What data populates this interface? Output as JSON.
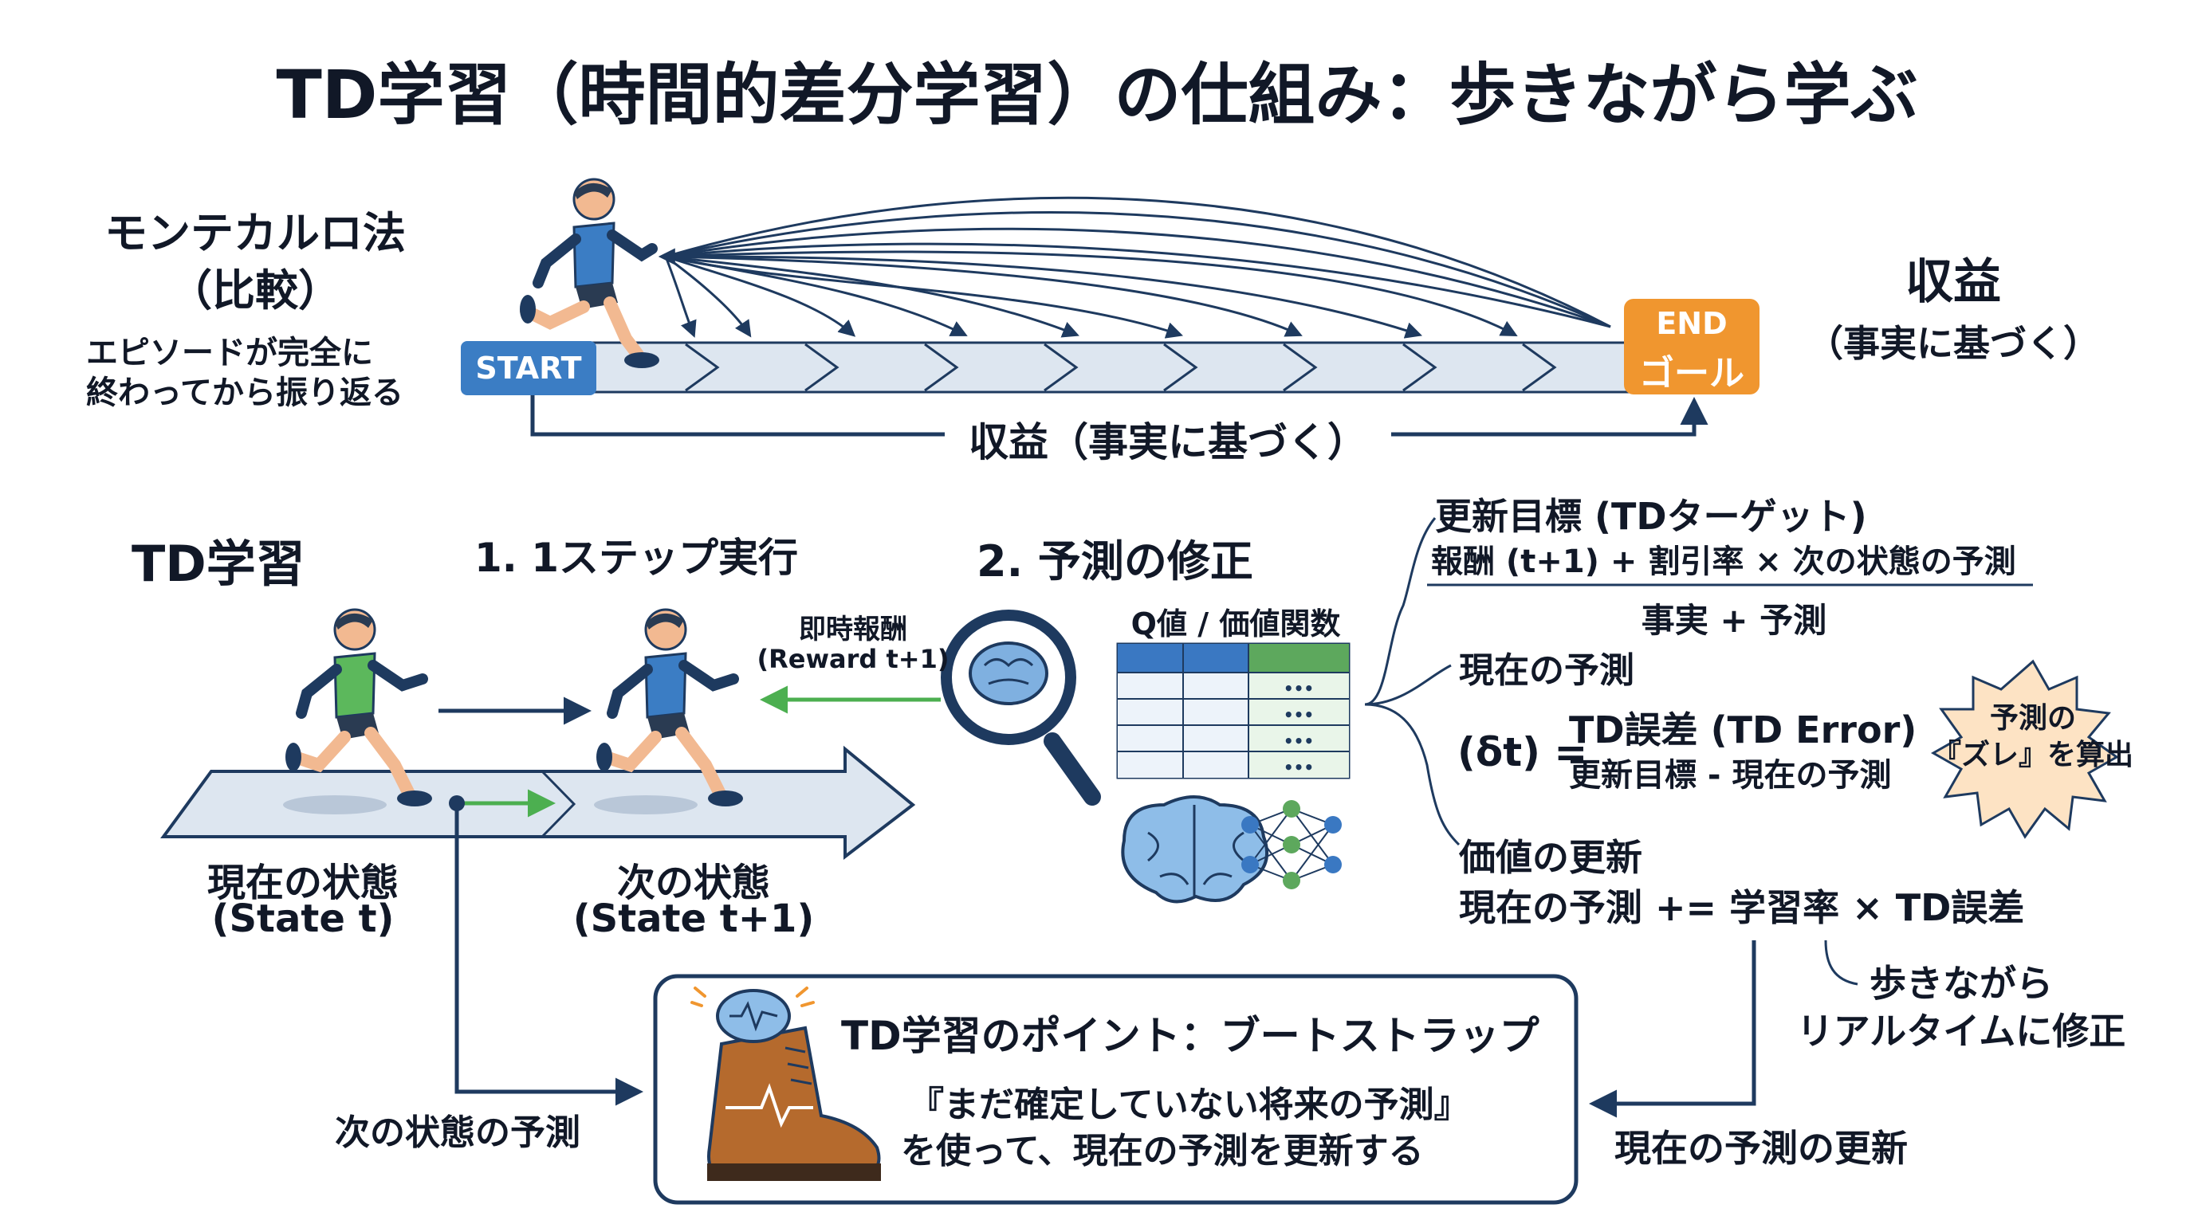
{
  "title": "TD学習（時間的差分学習）の仕組み：歩きながら学ぶ",
  "monte_carlo": {
    "heading_line1": "モンテカルロ法",
    "heading_line2": "（比較）",
    "desc_line1": "エピソードが完全に",
    "desc_line2": "終わってから振り返る",
    "start_label": "START",
    "end_label_line1": "END",
    "end_label_line2": "ゴール",
    "return_label": "収益（事実に基づく）",
    "right_heading": "収益",
    "right_sub": "（事実に基づく）"
  },
  "td": {
    "heading": "TD学習",
    "step1": "1. 1ステップ実行",
    "step2": "2. 予測の修正",
    "reward_line1": "即時報酬",
    "reward_line2": "(Reward t+1)",
    "q_label": "Q値 / 価値関数",
    "cell_dots": "•••",
    "state_t_line1": "現在の状態",
    "state_t_line2": "(State t)",
    "state_t1_line1": "次の状態",
    "state_t1_line2": "(State t+1)",
    "next_prediction": "次の状態の予測"
  },
  "formulas": {
    "target_title": "更新目標 (TDターゲット)",
    "target_formula": "報酬 (t+1) + 割引率 × 次の状態の予測",
    "target_sub": "事実 + 予測",
    "current_prediction": "現在の予測",
    "delta_symbol": "(δt) =",
    "td_error_title": "TD誤差 (TD Error)",
    "td_error_formula": "更新目標 - 現在の予測",
    "burst_line1": "予測の",
    "burst_line2": "『ズレ』を算出",
    "value_update_title": "価値の更新",
    "value_update_formula": "現在の予測 += 学習率 × TD誤差",
    "realtime_line1": "歩きながら",
    "realtime_line2": "リアルタイムに修正",
    "current_update": "現在の予測の更新"
  },
  "point_box": {
    "title": "TD学習のポイント：ブートストラップ",
    "line1": "『まだ確定していない将来の予測』",
    "line2": "を使って、現在の予測を更新する"
  },
  "colors": {
    "navy": "#1e3a5f",
    "track": "#dde6f0",
    "start_blue": "#3b7dc4",
    "end_orange": "#f0962f",
    "green": "#4caf50",
    "table_blue": "#3a78c2",
    "table_green": "#5da85d",
    "burst": "#fde3c4"
  },
  "icons": [
    "runner-icon",
    "magnifier-brain-icon",
    "brain-icon",
    "neural-network-icon",
    "boot-icon",
    "thinking-brain-icon"
  ]
}
